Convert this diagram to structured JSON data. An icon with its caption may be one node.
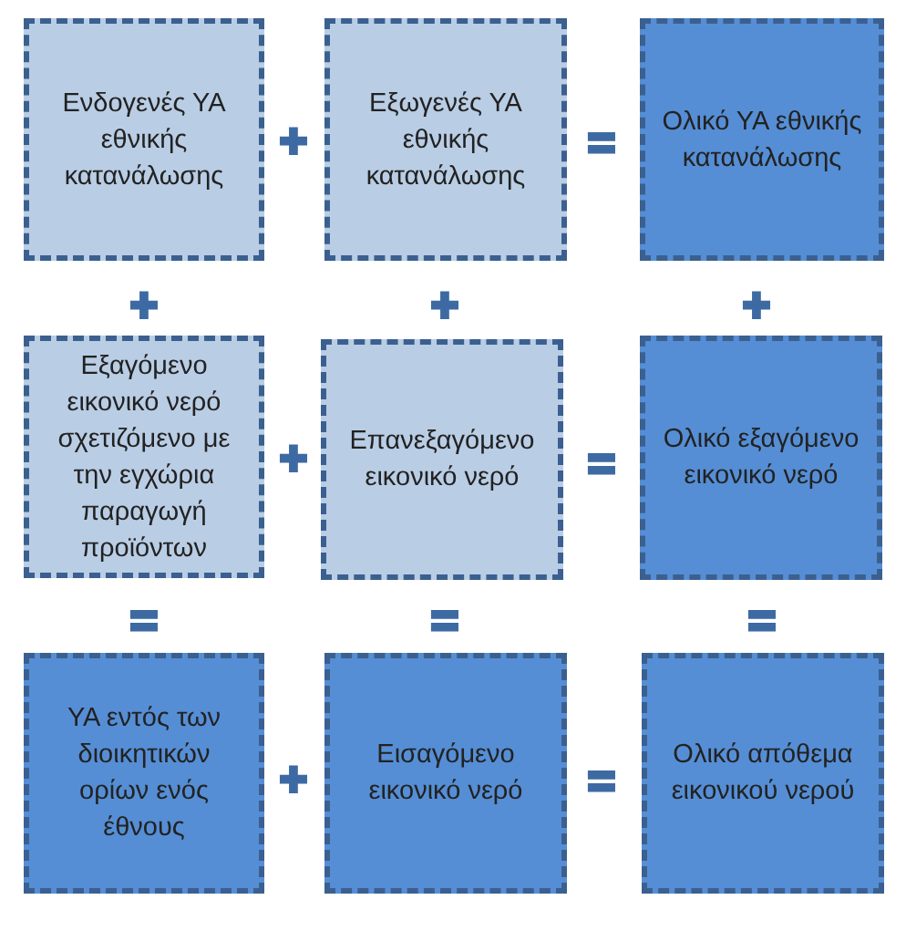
{
  "diagram": {
    "nodes": [
      {
        "text": [
          "Ενδογενές ΥΑ εθνικής κατανάλωσης"
        ]
      },
      {
        "text": [
          "Εξωγενές ΥΑ εθνικής κατανάλωσης"
        ]
      },
      {
        "text": [
          "Ολικό ΥΑ εθνικής κατανάλωσης"
        ]
      },
      {
        "text": [
          "Εξαγόμενο εικονικό νερό σχετιζόμενο με την εγχώρια παραγωγή προϊόντων"
        ]
      },
      {
        "text": [
          "Επανεξαγόμενο εικονικό νερό"
        ]
      },
      {
        "text": [
          "Ολικό εξαγόμενο εικονικό νερό"
        ]
      },
      {
        "text": [
          "ΥΑ εντός των διοικητικών ορίων ενός έθνους"
        ]
      },
      {
        "text": [
          "Εισαγόμενο εικονικό νερό"
        ]
      },
      {
        "text": [
          "Ολικό απόθεμα εικονικού νερού"
        ]
      }
    ],
    "edges": [],
    "labels": [
      "+",
      "=",
      "+",
      "+",
      "+",
      "+",
      "=",
      "=",
      "=",
      "=",
      "+",
      "="
    ]
  }
}
